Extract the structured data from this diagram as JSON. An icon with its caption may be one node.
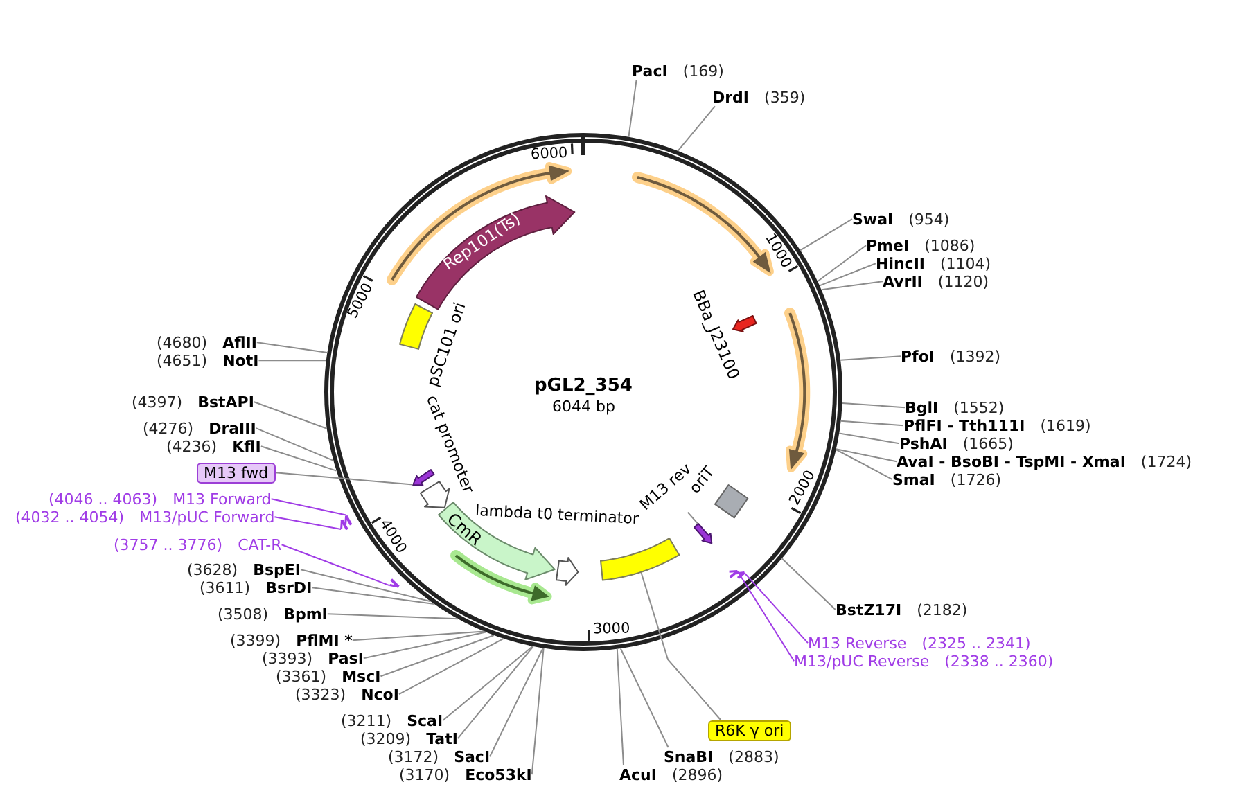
{
  "diagram": {
    "nodes": [
      {
        "text": [
          "pGL2_354",
          "6044 bp"
        ]
      },
      {
        "text": [
          "Rep101(Ts)"
        ],
        "in": 0
      },
      {
        "text": [],
        "shape": "arrow",
        "in": 0
      },
      {
        "text": [],
        "shape": "arrow",
        "in": 0
      },
      {
        "text": [],
        "shape": "arrow",
        "in": 0
      },
      {
        "text": [
          "pSC101 ori"
        ],
        "in": 0
      },
      {
        "text": [
          "BBa_J23100"
        ],
        "in": 0
      },
      {
        "text": [
          "cat promoter"
        ],
        "in": 0
      },
      {
        "text": [],
        "shape": "arrow",
        "in": 0
      },
      {
        "text": [
          "CmR"
        ],
        "in": 0
      },
      {
        "text": [],
        "shape": "arrow",
        "in": 0
      },
      {
        "text": [
          "lambda t0 terminator"
        ],
        "in": 0
      },
      {
        "text": [
          "M13 rev"
        ],
        "in": 0
      },
      {
        "text": [],
        "shape": "arrow",
        "in": 0
      },
      {
        "text": [
          "oriT"
        ],
        "in": 0
      },
      {
        "text": [],
        "shape": "box",
        "in": 0
      },
      {
        "text": [],
        "shape": "bar",
        "in": 0
      },
      {
        "text": [],
        "shape": "bar",
        "in": 0
      },
      {
        "text": [
          "PacI",
          "(169)"
        ]
      },
      {
        "text": [
          "DrdI",
          "(359)"
        ]
      },
      {
        "text": [
          "SwaI",
          "(954)"
        ]
      },
      {
        "text": [
          "PmeI",
          "(1086)"
        ]
      },
      {
        "text": [
          "HincII",
          "(1104)"
        ]
      },
      {
        "text": [
          "AvrII",
          "(1120)"
        ]
      },
      {
        "text": [
          "PfoI",
          "(1392)"
        ]
      },
      {
        "text": [
          "BglI",
          "(1552)"
        ]
      },
      {
        "text": [
          "PflFI - Tth111I",
          "(1619)"
        ]
      },
      {
        "text": [
          "PshAI",
          "(1665)"
        ]
      },
      {
        "text": [
          "AvaI - BsoBI - TspMI - XmaI",
          "(1724)"
        ]
      },
      {
        "text": [
          "SmaI",
          "(1726)"
        ]
      },
      {
        "text": [
          "BstZ17I",
          "(2182)"
        ]
      },
      {
        "text": [
          "M13 Reverse",
          "(2325 .. 2341)"
        ]
      },
      {
        "text": [
          "M13/pUC Reverse",
          "(2338 .. 2360)"
        ]
      },
      {
        "text": [
          "R6K γ ori"
        ]
      },
      {
        "text": [
          "SnaBI",
          "(2883)"
        ]
      },
      {
        "text": [
          "AcuI",
          "(2896)"
        ]
      },
      {
        "text": [
          "(3170)",
          "Eco53kI"
        ]
      },
      {
        "text": [
          "(3172)",
          "SacI"
        ]
      },
      {
        "text": [
          "(3209)",
          "TatI"
        ]
      },
      {
        "text": [
          "(3211)",
          "ScaI"
        ]
      },
      {
        "text": [
          "(3323)",
          "NcoI"
        ]
      },
      {
        "text": [
          "(3361)",
          "MscI"
        ]
      },
      {
        "text": [
          "(3393)",
          "PasI"
        ]
      },
      {
        "text": [
          "(3399)",
          "PflMI *"
        ]
      },
      {
        "text": [
          "(3508)",
          "BpmI"
        ]
      },
      {
        "text": [
          "(3611)",
          "BsrDI"
        ]
      },
      {
        "text": [
          "(3628)",
          "BspEI"
        ]
      },
      {
        "text": [
          "(3757 .. 3776)",
          "CAT-R"
        ]
      },
      {
        "text": [],
        "shape": "bar"
      },
      {
        "text": [
          "(4046 .. 4063)",
          "M13 Forward"
        ]
      },
      {
        "text": [
          "(4032 .. 4054)",
          "M13/pUC Forward"
        ]
      },
      {
        "text": [],
        "shape": "bar"
      },
      {
        "text": [],
        "shape": "bar"
      },
      {
        "text": [
          "M13 fwd"
        ]
      },
      {
        "text": [
          "(4236)",
          "KflI"
        ]
      },
      {
        "text": [
          "(4276)",
          "DraIII"
        ]
      },
      {
        "text": [
          "(4397)",
          "BstAPI"
        ]
      },
      {
        "text": [
          "(4651)",
          "NotI"
        ]
      },
      {
        "text": [
          "(4680)",
          "AflII"
        ]
      }
    ],
    "edges": [
      {
        "from": 18,
        "to": 0,
        "arrow": "none"
      },
      {
        "from": 19,
        "to": 0,
        "arrow": "none"
      },
      {
        "from": 20,
        "to": 0,
        "arrow": "none"
      },
      {
        "from": 21,
        "to": 0,
        "arrow": "none"
      },
      {
        "from": 22,
        "to": 0,
        "arrow": "none"
      },
      {
        "from": 23,
        "to": 0,
        "arrow": "none"
      },
      {
        "from": 24,
        "to": 0,
        "arrow": "none"
      },
      {
        "from": 25,
        "to": 0,
        "arrow": "none"
      },
      {
        "from": 26,
        "to": 0,
        "arrow": "none"
      },
      {
        "from": 27,
        "to": 0,
        "arrow": "none"
      },
      {
        "from": 28,
        "to": 0,
        "arrow": "none"
      },
      {
        "from": 29,
        "to": 0,
        "arrow": "none"
      },
      {
        "from": 30,
        "to": 0,
        "arrow": "none"
      },
      {
        "from": 31,
        "to": 16,
        "arrow": "none",
        "color": "#a03ce6"
      },
      {
        "from": 32,
        "to": 17,
        "arrow": "none",
        "color": "#a03ce6"
      },
      {
        "from": 33,
        "to": 15,
        "arrow": "none"
      },
      {
        "from": 34,
        "to": 0,
        "arrow": "none"
      },
      {
        "from": 35,
        "to": 0,
        "arrow": "none"
      },
      {
        "from": 36,
        "to": 0,
        "arrow": "none"
      },
      {
        "from": 37,
        "to": 0,
        "arrow": "none"
      },
      {
        "from": 38,
        "to": 0,
        "arrow": "none"
      },
      {
        "from": 39,
        "to": 0,
        "arrow": "none"
      },
      {
        "from": 40,
        "to": 0,
        "arrow": "none"
      },
      {
        "from": 41,
        "to": 0,
        "arrow": "none"
      },
      {
        "from": 42,
        "to": 0,
        "arrow": "none"
      },
      {
        "from": 43,
        "to": 0,
        "arrow": "none"
      },
      {
        "from": 44,
        "to": 0,
        "arrow": "none"
      },
      {
        "from": 45,
        "to": 0,
        "arrow": "none"
      },
      {
        "from": 46,
        "to": 0,
        "arrow": "none"
      },
      {
        "from": 47,
        "to": 48,
        "arrow": "none",
        "color": "#a03ce6"
      },
      {
        "from": 49,
        "to": 51,
        "arrow": "none",
        "color": "#a03ce6"
      },
      {
        "from": 50,
        "to": 52,
        "arrow": "none",
        "color": "#a03ce6"
      },
      {
        "from": 53,
        "to": 8,
        "arrow": "none"
      },
      {
        "from": 54,
        "to": 0,
        "arrow": "none"
      },
      {
        "from": 55,
        "to": 0,
        "arrow": "none"
      },
      {
        "from": 56,
        "to": 0,
        "arrow": "none"
      },
      {
        "from": 57,
        "to": 0,
        "arrow": "none"
      },
      {
        "from": 58,
        "to": 0,
        "arrow": "none"
      },
      {
        "from": 12,
        "to": 13,
        "arrow": "none"
      }
    ],
    "labels": [
      "6000",
      "1000",
      "5000",
      "2000",
      "4000",
      "3000"
    ]
  }
}
